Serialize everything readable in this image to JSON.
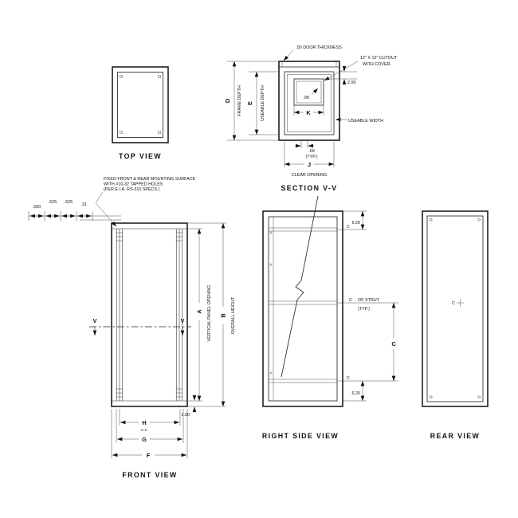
{
  "top_view": {
    "title": "TOP VIEW"
  },
  "section_vv": {
    "title": "SECTION V-V",
    "door_thickness_note": ".50 DOOR THICKNESS",
    "cutout_note_1": "12\" X 12\" CUTOUT",
    "cutout_note_2": "WITH COVER.",
    "dim_d": "D",
    "frame_depth_label": "FRAME DEPTH",
    "dim_e": "E",
    "useable_depth_label": "USEABLE DEPTH",
    "dim_2_00": "2.00",
    "dim_0_98": ".98",
    "dim_k": "K",
    "useable_width_label": "USEABLE WIDTH",
    "dim_0_69": ".69",
    "typ_label": "(TYP.)",
    "dim_j": "J",
    "clear_opening_label": "CLEAR OPENING"
  },
  "front_view": {
    "title": "FRONT VIEW",
    "mounting_note_1": "FIXED FRONT & REAR MOUNTING SURFACE",
    "mounting_note_2": "WITH #10-32 TAPPED HOLES",
    "mounting_note_3": "(PER E.I.A. RS-310 SPECS.)",
    "dim_0_500": ".500",
    "dim_0_625_a": ".625",
    "dim_0_625_b": ".625",
    "dim_0_31": ".31",
    "section_mark_left": "V",
    "section_mark_right": "V",
    "dim_a": "A",
    "vertical_panel_opening_label": "VERTICAL PANEL OPENING",
    "dim_b": "B",
    "overall_height_label": "OVERALL HEIGHT",
    "dim_2_00": "2.00",
    "dim_h": "H",
    "dim_c_c": "C-C",
    "dim_g": "G",
    "dim_f": "F"
  },
  "right_side_view": {
    "title": "RIGHT SIDE VIEW",
    "dim_6_20_top": "6.20",
    "dim_6_20_bottom": "6.20",
    "centerline_top": "C",
    "centerline_mid": "C",
    "centerline_bottom": "C",
    "of_strut_label": "OF STRUT",
    "typ_label": "(TYP.)",
    "dim_c": "C"
  },
  "rear_view": {
    "title": "REAR VIEW",
    "centerline_mark": "C"
  }
}
